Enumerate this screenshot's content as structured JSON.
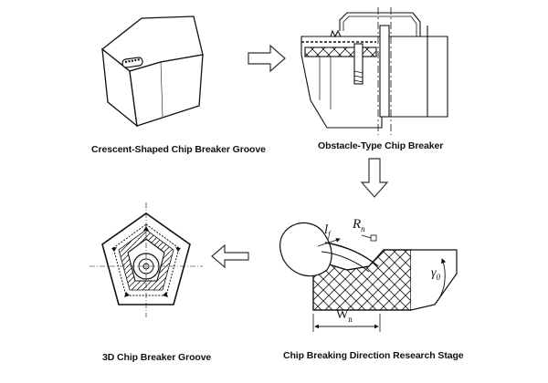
{
  "captions": {
    "crescent": "Crescent-Shaped Chip Breaker Groove",
    "obstacle": "Obstacle-Type Chip Breaker",
    "threed": "3D Chip Breaker Groove",
    "research": "Chip Breaking Direction Research Stage"
  },
  "labels": {
    "l_main": "l",
    "l_sub": "f",
    "r_main": "R",
    "r_sub": "n",
    "gamma_main": "γ",
    "gamma_sub": "0",
    "w_main": "W",
    "w_sub": "n"
  },
  "arrow_directions": [
    "right",
    "down",
    "left"
  ]
}
